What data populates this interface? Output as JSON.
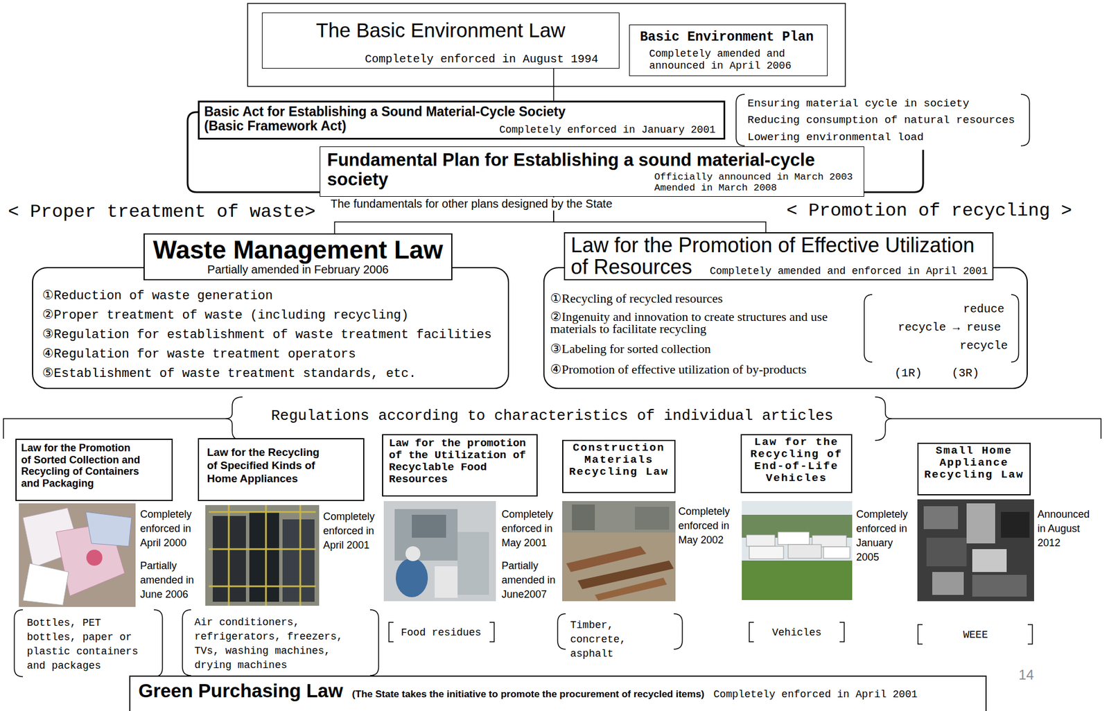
{
  "diagram": {
    "nodes": [
      {
        "text": [
          "The Basic Environment Law",
          "Completely enforced in August 1994"
        ]
      },
      {
        "text": [
          "Basic Environment Plan",
          "Completely amended and announced in April 2006"
        ]
      },
      {
        "text": [
          "Basic Act for Establishing a Sound Material-Cycle Society (Basic Framework Act)",
          "Completely enforced in January 2001"
        ]
      },
      {
        "text": [
          "Fundamental Plan for Establishing a sound material-cycle society",
          "Officially announced in March 2003 Amended in March 2008"
        ]
      },
      {
        "text": [
          "Waste Management Law",
          "Partially amended in February 2006"
        ]
      },
      {
        "text": [
          "①Reduction of waste generation",
          "②Proper treatment of waste (including recycling)",
          "③Regulation for establishment of waste treatment facilities",
          "④Regulation for waste treatment operators",
          "⑤Establishment of waste treatment standards, etc."
        ]
      },
      {
        "text": [
          "Law for the Promotion of Effective Utilization of Resources",
          "Completely amended and enforced in April 2001"
        ]
      },
      {
        "text": [
          "①Recycling of recycled resources",
          "②Ingenuity and innovation to create structures and use materials to facilitate recycling",
          "③Labeling for sorted collection",
          "④Promotion of effective utilization of by-products",
          "reduce",
          "recycle → reuse",
          "recycle",
          "(1R)",
          "(3R)"
        ]
      },
      {
        "text": [
          "Law for the Promotion of Sorted Collection and Recycling of Containers and Packaging"
        ]
      },
      {
        "text": [
          "Law for the Recycling of Specified Kinds of Home Appliances"
        ]
      },
      {
        "text": [
          "Law for the promotion of the Utilization of Recyclable Food Resources"
        ]
      },
      {
        "text": [
          "Construction Materials Recycling Law"
        ]
      },
      {
        "text": [
          "Law for the Recycling of End-of-Life Vehicles"
        ]
      },
      {
        "text": [
          "Small Home Appliance Recycling Law"
        ]
      },
      {
        "text": [
          "Green Purchasing Law",
          "(The State takes the initiative to promote the procurement of recycled items)",
          "Completely enforced in April 2001"
        ]
      }
    ],
    "edges": [
      {
        "from": 0,
        "to": 2,
        "arrow": "none"
      },
      {
        "from": 3,
        "to": 4,
        "arrow": "none"
      },
      {
        "from": 3,
        "to": 6,
        "arrow": "none"
      }
    ],
    "labels": [
      "Ensuring material cycle in society",
      "Reducing consumption of natural resources",
      "Lowering environmental load",
      "< Proper treatment of waste>",
      "The fundamentals for other plans designed by the State",
      "< Promotion of recycling >",
      "Regulations according to characteristics of individual articles",
      "Completely enforced in April 2000",
      "Partially amended in June 2006",
      "Bottles, PET bottles, paper or plastic containers and packages",
      "Completely enforced in April 2001",
      "Air conditioners, refrigerators, freezers, TVs, washing machines, drying machines",
      "Completely enforced in May 2001",
      "Partially amended in June2007",
      "Food residues",
      "Completely enforced in May 2002",
      "Timber, concrete, asphalt",
      "Completely enforced in January 2005",
      "Vehicles",
      "Announced in August 2012",
      "WEEE",
      "14"
    ]
  }
}
